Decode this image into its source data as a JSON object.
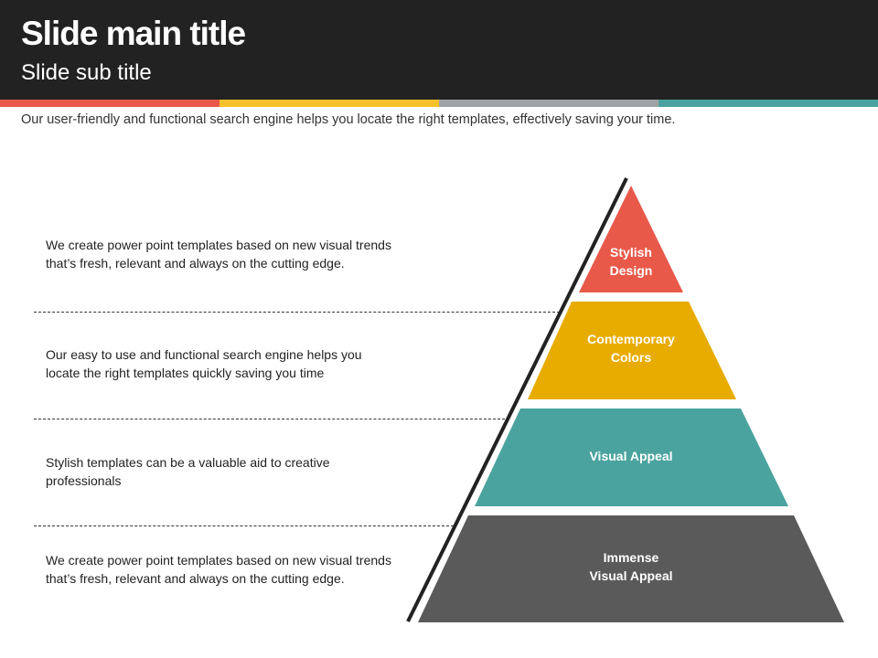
{
  "header": {
    "title": "Slide main title",
    "subtitle": "Slide sub title"
  },
  "accent_colors": [
    "#e8594a",
    "#f8c12a",
    "#a0a3a6",
    "#4aa39e"
  ],
  "intro": "Our user-friendly and functional search engine helps you locate the right templates, effectively saving your time.",
  "descriptions": [
    "We create power point templates based on new visual trends that’s fresh, relevant and always on the cutting edge.",
    "Our easy to use and functional search engine helps you locate the right templates quickly saving you time",
    "Stylish templates can be a valuable aid to creative professionals",
    "We create power point templates based on new visual trends that’s fresh, relevant and always on the cutting edge."
  ],
  "pyramid": [
    {
      "line1": "Stylish",
      "line2": "Design",
      "color": "#e8594a"
    },
    {
      "line1": "Contemporary",
      "line2": "Colors",
      "color": "#e8ac00"
    },
    {
      "line1": "Visual Appeal",
      "line2": "",
      "color": "#4aa39e"
    },
    {
      "line1": "Immense",
      "line2": "Visual Appeal",
      "color": "#5a5a5a"
    }
  ]
}
